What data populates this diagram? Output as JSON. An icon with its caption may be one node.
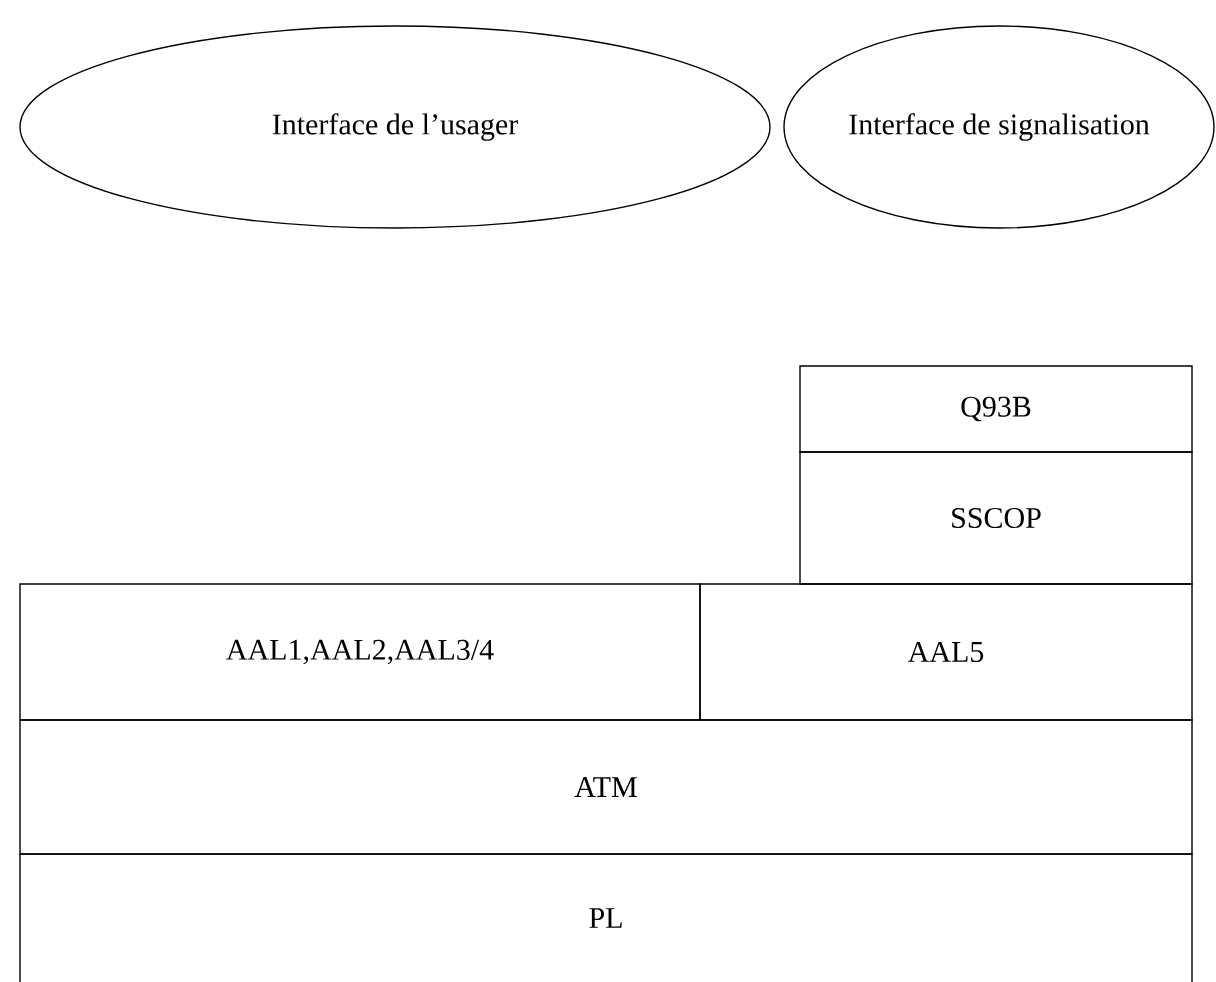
{
  "diagram": {
    "nodes": [
      {
        "text": [
          "Interface de l’usager"
        ]
      },
      {
        "text": [
          "Interface de signalisation"
        ]
      },
      {
        "text": [
          "Q93B"
        ]
      },
      {
        "text": [
          "SSCOP"
        ]
      },
      {
        "text": [
          "AAL1,AAL2,AAL3/4"
        ]
      },
      {
        "text": [
          "AAL5"
        ]
      },
      {
        "text": [
          "ATM"
        ]
      },
      {
        "text": [
          "PL"
        ]
      }
    ]
  }
}
